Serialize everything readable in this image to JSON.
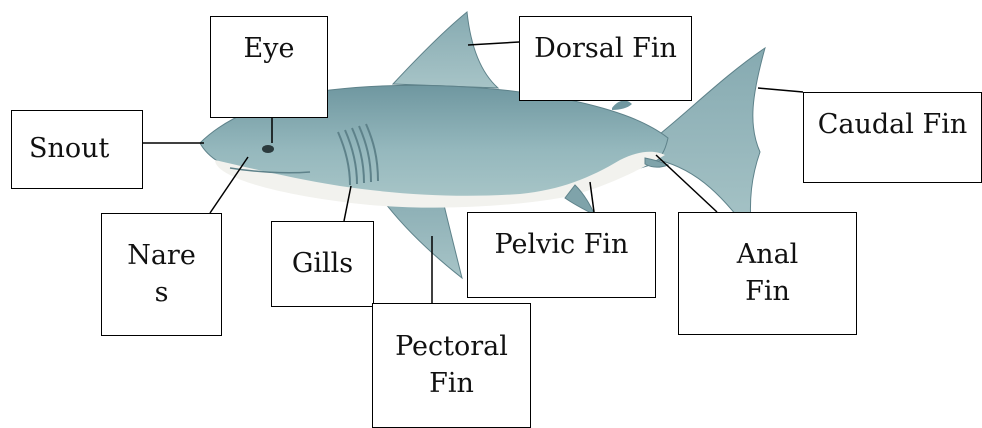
{
  "diagram": {
    "labels": {
      "eye": "Eye",
      "dorsal_fin": "Dorsal Fin",
      "caudal_fin": "Caudal Fin",
      "snout": "Snout",
      "nares": "Nare\ns",
      "gills": "Gills",
      "pectoral_fin": "Pectoral\nFin",
      "pelvic_fin": "Pelvic Fin",
      "anal_fin": "Anal\nFin"
    },
    "colors": {
      "body": "#8fb3b9",
      "back": "#6f97a0",
      "belly": "#f2f2ee",
      "outline": "#4a6a72",
      "leader": "#000000"
    }
  }
}
